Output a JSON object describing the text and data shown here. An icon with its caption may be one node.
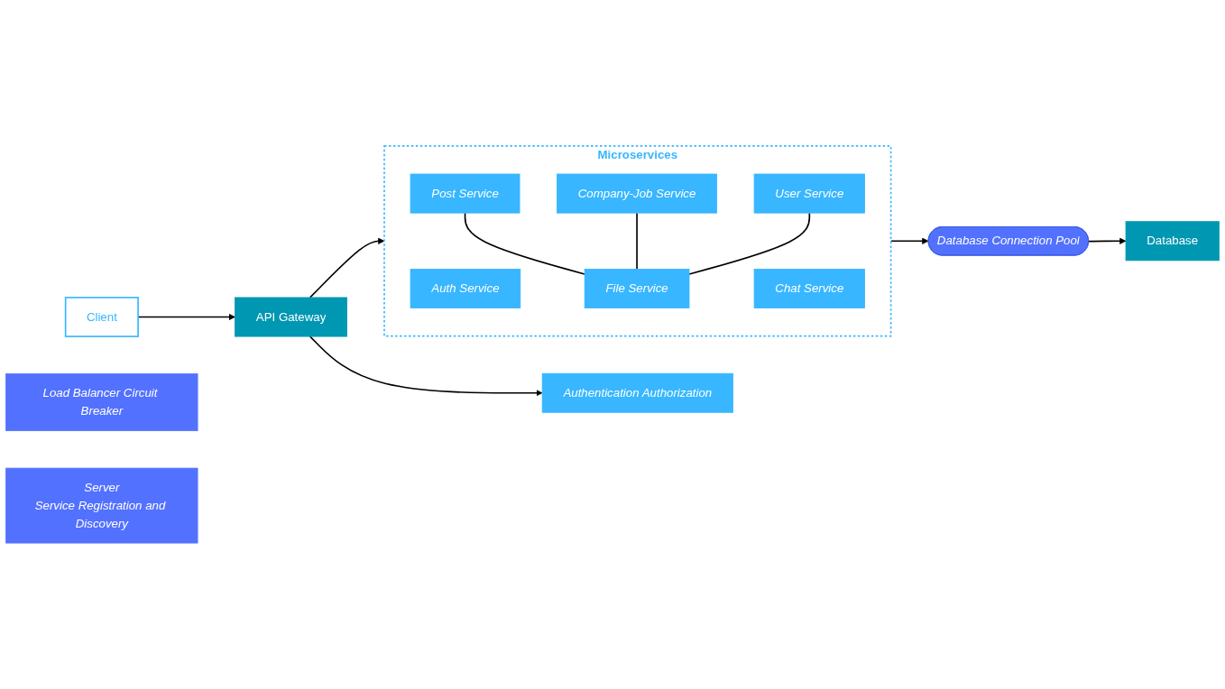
{
  "diagram": {
    "nodes": [
      {
        "text": [
          "Client"
        ]
      },
      {
        "text": [
          "API Gateway"
        ]
      },
      {
        "text": [
          "Authentication Authorization"
        ]
      },
      {
        "text": [
          "Load Balancer Circuit Breaker"
        ]
      },
      {
        "text": [
          "Microservices"
        ]
      },
      {
        "text": [
          "Auth Service"
        ],
        "in": 4
      },
      {
        "text": [
          "Post Service"
        ],
        "in": 4
      },
      {
        "text": [
          "Company-Job Service"
        ],
        "in": 4
      },
      {
        "text": [
          "User Service"
        ],
        "in": 4
      },
      {
        "text": [
          "Chat Service"
        ],
        "in": 4
      },
      {
        "text": [
          "File Service"
        ],
        "in": 4
      },
      {
        "text": [
          "Server",
          "Service Registration and Discovery"
        ]
      },
      {
        "text": [
          "Database Connection Pool"
        ]
      },
      {
        "text": [
          "Database"
        ]
      }
    ],
    "edges": [
      {
        "from": 0,
        "to": 1,
        "arrow": "to"
      },
      {
        "from": 1,
        "to": 2,
        "arrow": "to"
      },
      {
        "from": 1,
        "to": 4,
        "arrow": "to"
      },
      {
        "from": 6,
        "to": 10,
        "arrow": "none"
      },
      {
        "from": 7,
        "to": 10,
        "arrow": "none"
      },
      {
        "from": 8,
        "to": 10,
        "arrow": "none"
      },
      {
        "from": 4,
        "to": 12,
        "arrow": "to"
      },
      {
        "from": 12,
        "to": 13,
        "arrow": "to"
      }
    ]
  }
}
